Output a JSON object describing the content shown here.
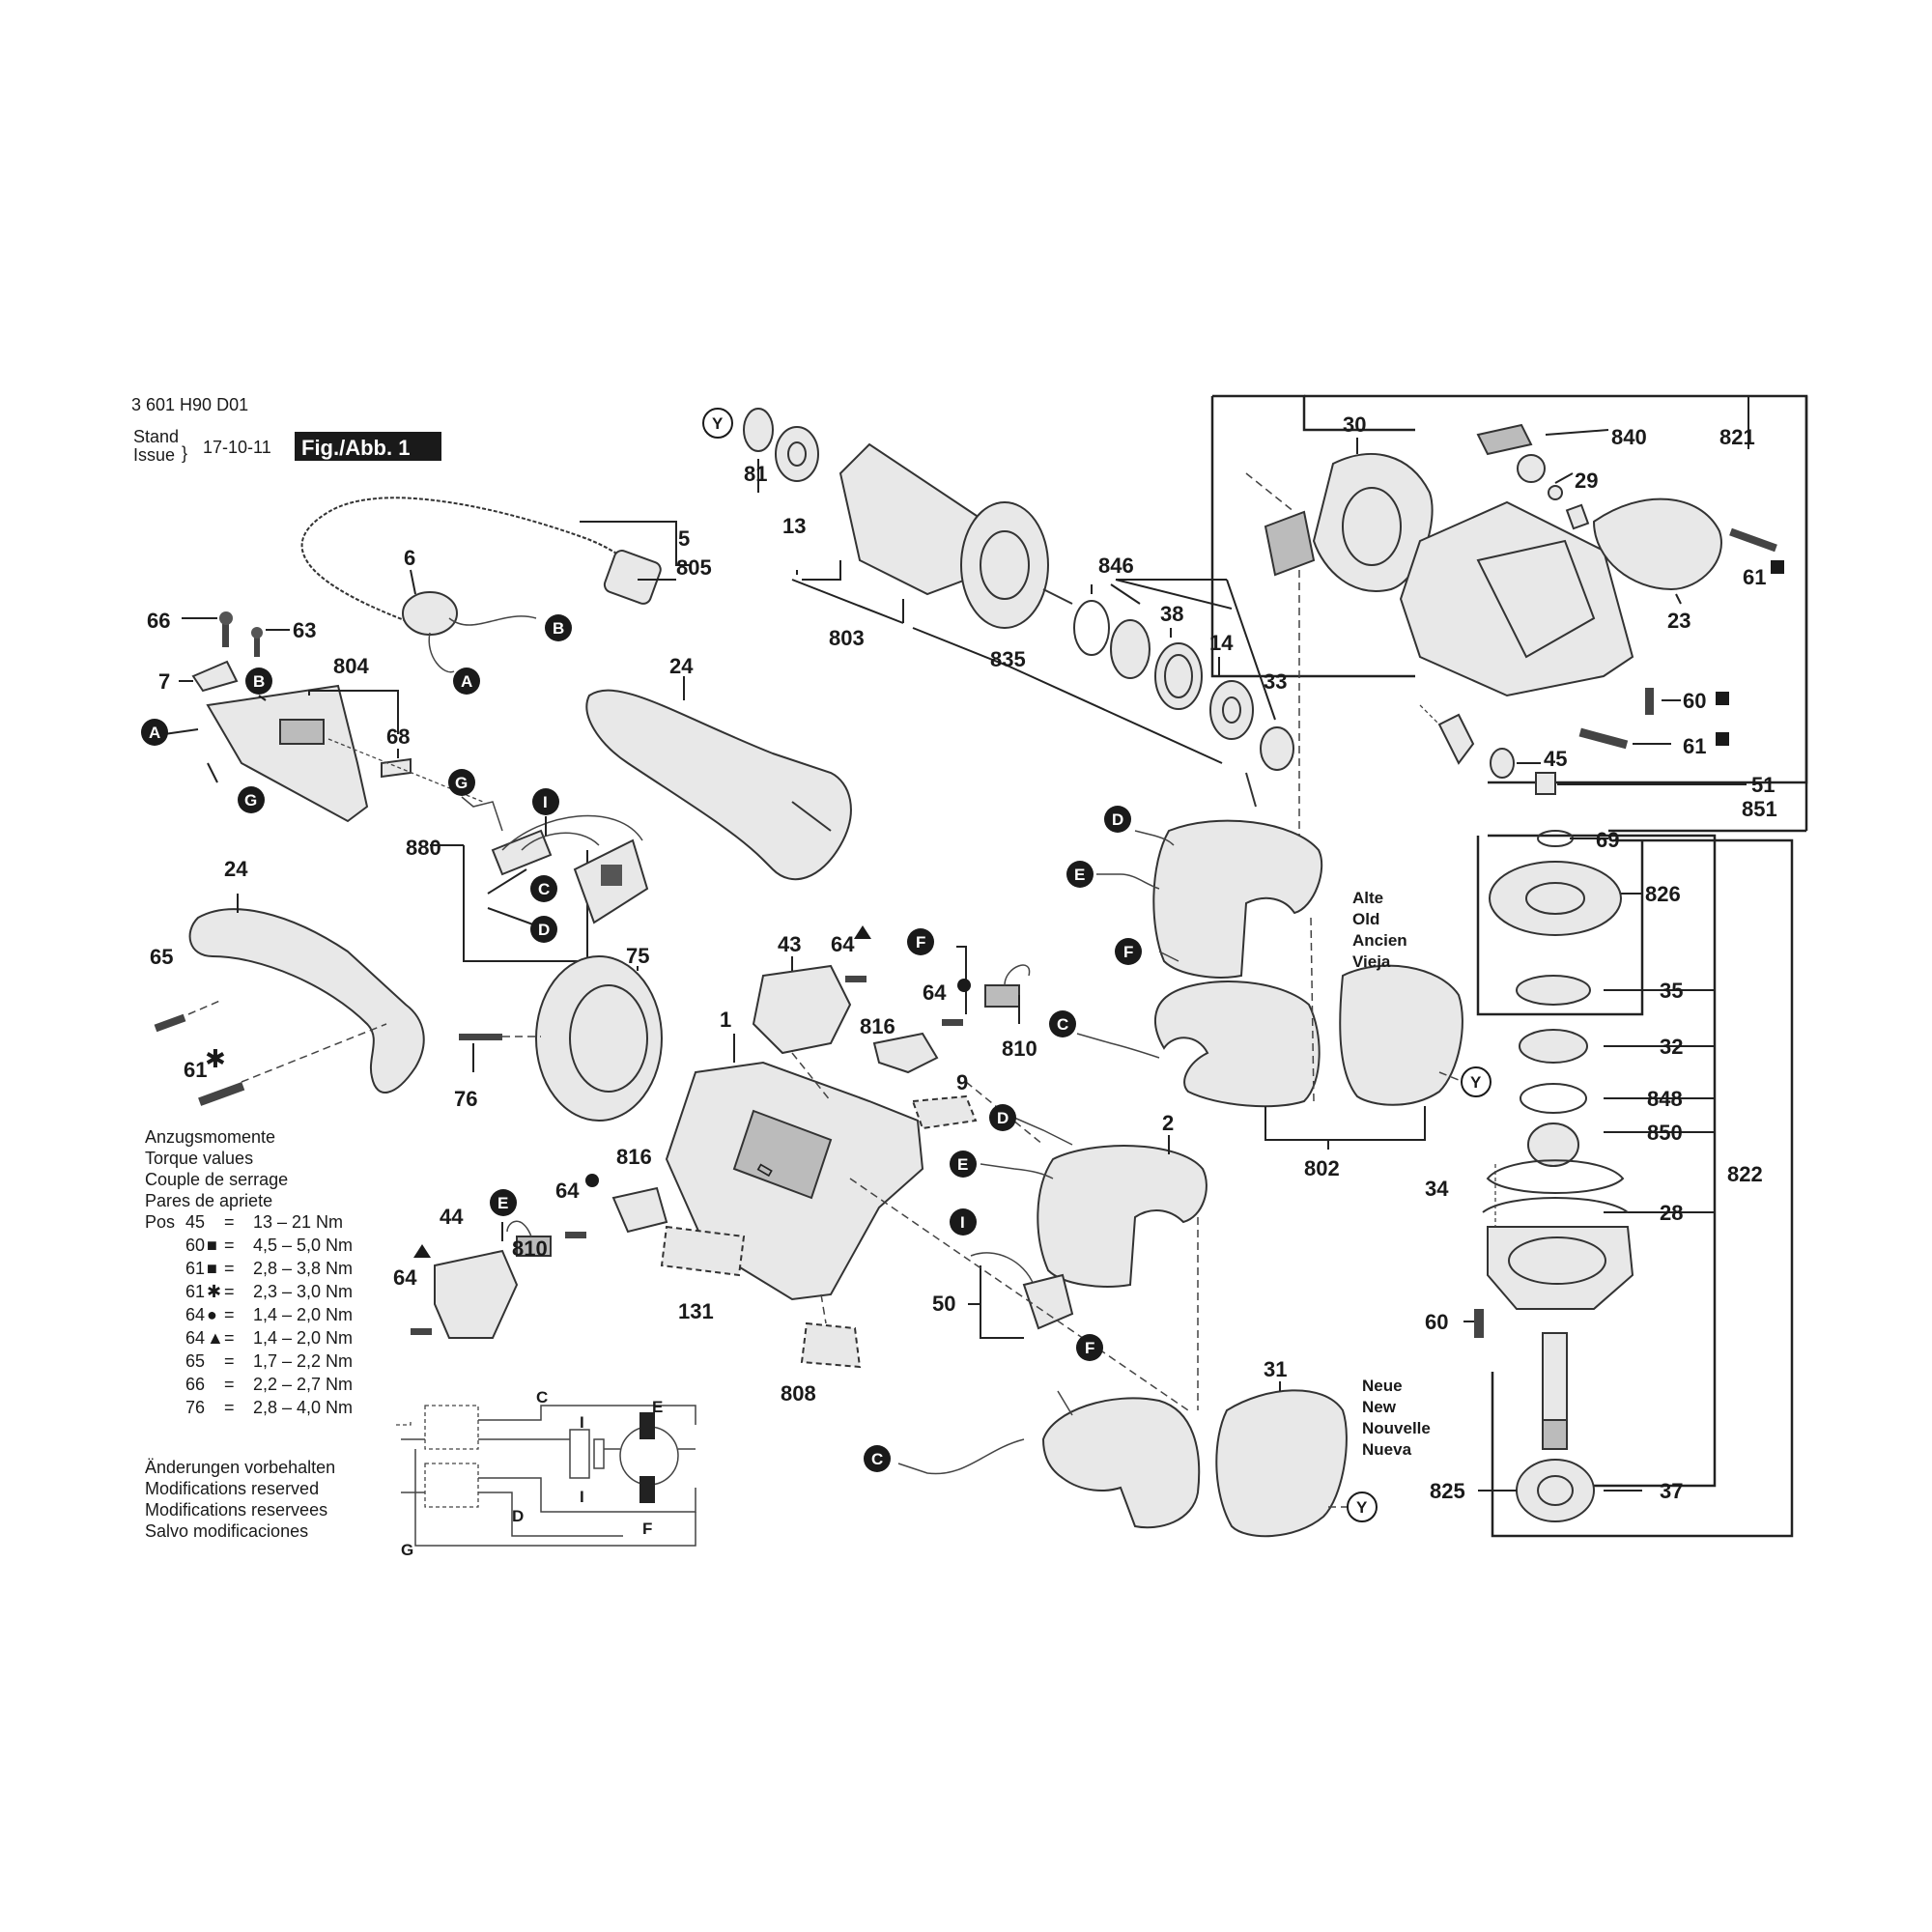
{
  "header": {
    "part_number": "3 601 H90 D01",
    "stand_label": "Stand",
    "issue_label": "Issue",
    "date": "17-10-11",
    "figure_label": "Fig./Abb. 1"
  },
  "part_labels": {
    "p1": "1",
    "p2": "2",
    "p5": "5",
    "p6": "6",
    "p7": "7",
    "p9": "9",
    "p13": "13",
    "p14": "14",
    "p23": "23",
    "p24a": "24",
    "p24b": "24",
    "p28": "28",
    "p29": "29",
    "p30": "30",
    "p31": "31",
    "p32": "32",
    "p33": "33",
    "p34": "34",
    "p35": "35",
    "p37": "37",
    "p38": "38",
    "p43": "43",
    "p44": "44",
    "p45": "45",
    "p50": "50",
    "p51": "51",
    "p60a": "60",
    "p60b": "60",
    "p61a": "61",
    "p61b": "61",
    "p61c": "61",
    "p63": "63",
    "p64a": "64",
    "p64b": "64",
    "p64c": "64",
    "p64d": "64",
    "p65": "65",
    "p66": "66",
    "p68": "68",
    "p69": "69",
    "p75": "75",
    "p76": "76",
    "p81": "81",
    "p131": "131",
    "p802": "802",
    "p803": "803",
    "p804": "804",
    "p805": "805",
    "p808": "808",
    "p810a": "810",
    "p810b": "810",
    "p816a": "816",
    "p816b": "816",
    "p821": "821",
    "p822": "822",
    "p825": "825",
    "p826": "826",
    "p835": "835",
    "p840": "840",
    "p846": "846",
    "p848": "848",
    "p850": "850",
    "p851": "851",
    "p880": "880"
  },
  "connector_letters": {
    "A": "A",
    "B": "B",
    "C": "C",
    "D": "D",
    "E": "E",
    "F": "F",
    "G": "G",
    "I": "I",
    "Y": "Y"
  },
  "field_labels": {
    "old": [
      "Alte",
      "Old",
      "Ancien",
      "Vieja"
    ],
    "new": [
      "Neue",
      "New",
      "Nouvelle",
      "Nueva"
    ]
  },
  "torque": {
    "headings": [
      "Anzugsmomente",
      "Torque values",
      "Couple de serrage",
      "Pares de apriete"
    ],
    "pos_label": "Pos",
    "rows": [
      {
        "pos": "45",
        "sym": "",
        "eq": "=",
        "value": "13 – 21 Nm"
      },
      {
        "pos": "60",
        "sym": "■",
        "eq": "=",
        "value": "4,5 – 5,0 Nm"
      },
      {
        "pos": "61",
        "sym": "■",
        "eq": "=",
        "value": "2,8 – 3,8 Nm"
      },
      {
        "pos": "61",
        "sym": "✱",
        "eq": "=",
        "value": "2,3 – 3,0 Nm"
      },
      {
        "pos": "64",
        "sym": "●",
        "eq": "=",
        "value": "1,4 – 2,0 Nm"
      },
      {
        "pos": "64",
        "sym": "▲",
        "eq": "=",
        "value": "1,4 – 2,0 Nm"
      },
      {
        "pos": "65",
        "sym": "",
        "eq": "=",
        "value": "1,7 – 2,2 Nm"
      },
      {
        "pos": "66",
        "sym": "",
        "eq": "=",
        "value": "2,2 – 2,7 Nm"
      },
      {
        "pos": "76",
        "sym": "",
        "eq": "=",
        "value": "2,8 – 4,0 Nm"
      }
    ]
  },
  "disclaimer": [
    "Änderungen vorbehalten",
    "Modifications reserved",
    "Modifications reservees",
    "Salvo modificaciones"
  ],
  "schematic_letters": {
    "C": "C",
    "D": "D",
    "E": "E",
    "F": "F",
    "G": "G",
    "I1": "I",
    "I2": "I"
  },
  "colors": {
    "ink": "#1a1a1a",
    "badge": "#1a1a1a",
    "paper": "#ffffff"
  }
}
